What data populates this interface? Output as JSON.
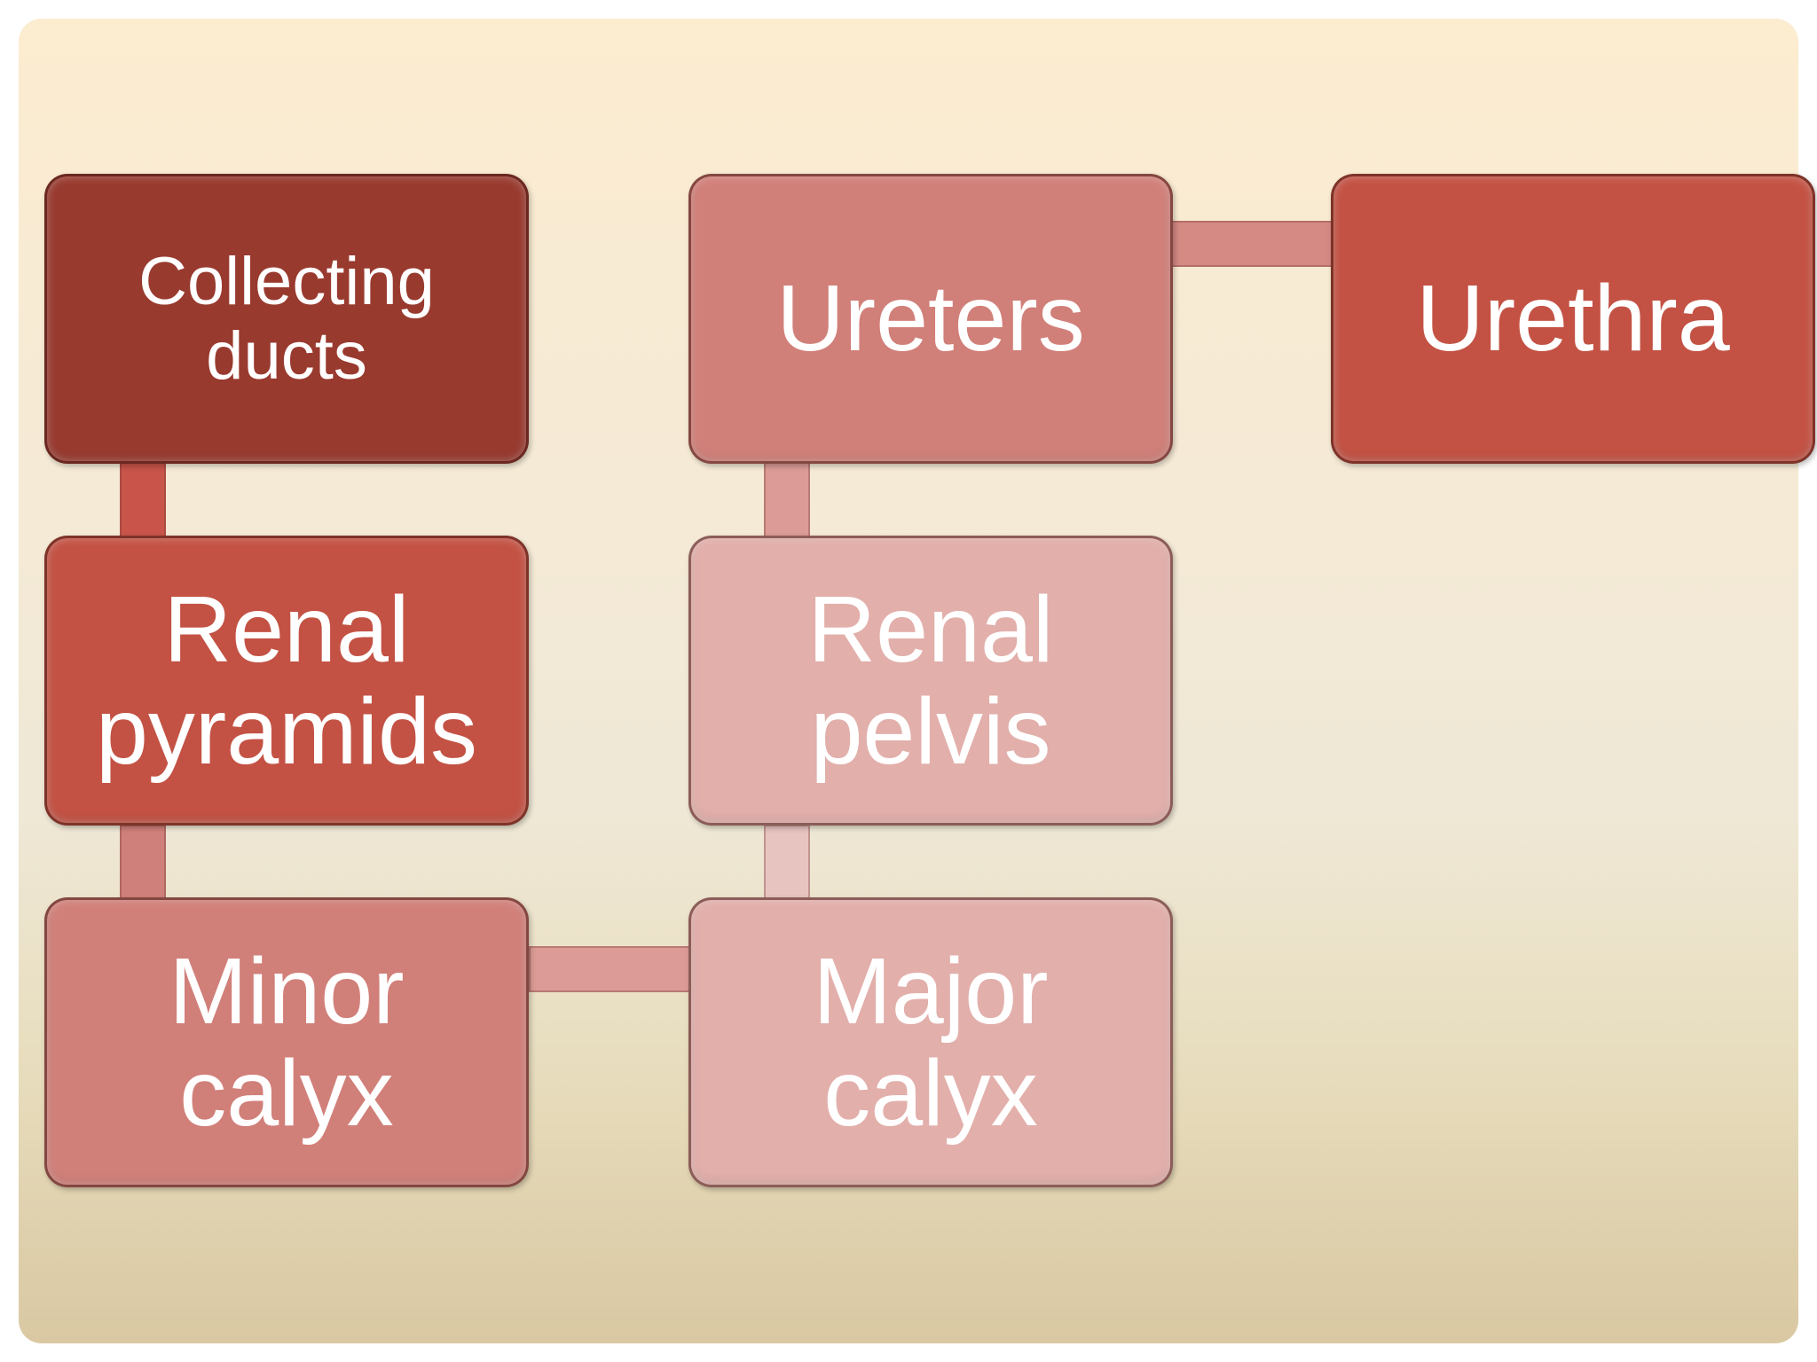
{
  "diagram": {
    "nodes": [
      {
        "id": "collecting-ducts",
        "label": "Collecting ducts",
        "color": "#993a2f"
      },
      {
        "id": "renal-pyramids",
        "label": "Renal pyramids",
        "color": "#c35244"
      },
      {
        "id": "minor-calyx",
        "label": "Minor calyx",
        "color": "#d17f79"
      },
      {
        "id": "major-calyx",
        "label": "Major calyx",
        "color": "#e2afab"
      },
      {
        "id": "renal-pelvis",
        "label": "Renal pelvis",
        "color": "#e2afab"
      },
      {
        "id": "ureters",
        "label": "Ureters",
        "color": "#d17f79"
      },
      {
        "id": "urethra",
        "label": "Urethra",
        "color": "#c35244"
      }
    ],
    "edges": [
      {
        "from": "collecting-ducts",
        "to": "renal-pyramids"
      },
      {
        "from": "renal-pyramids",
        "to": "minor-calyx"
      },
      {
        "from": "minor-calyx",
        "to": "major-calyx"
      },
      {
        "from": "major-calyx",
        "to": "renal-pelvis"
      },
      {
        "from": "renal-pelvis",
        "to": "ureters"
      },
      {
        "from": "ureters",
        "to": "urethra"
      }
    ]
  }
}
